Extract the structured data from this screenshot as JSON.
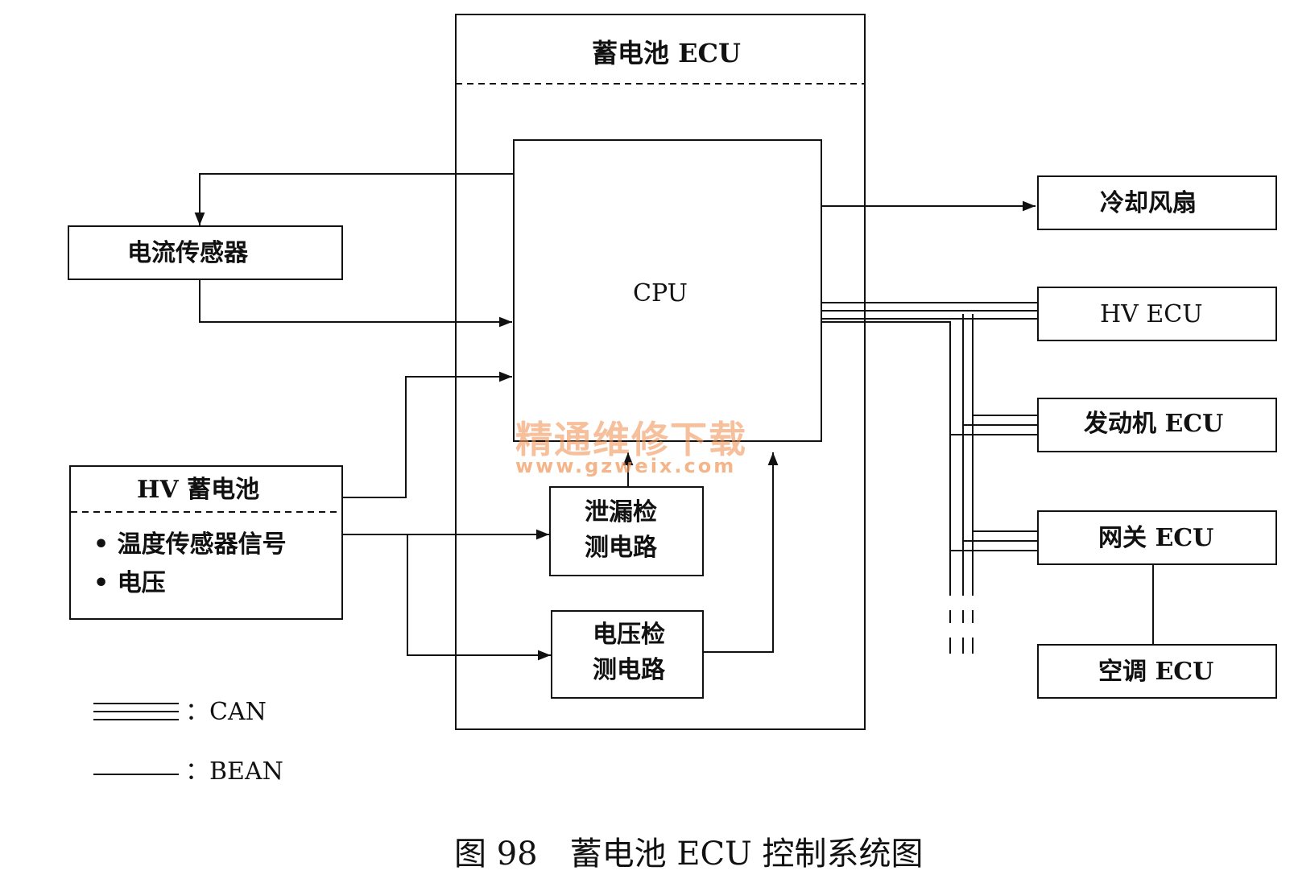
{
  "ecu_box": {
    "title": "蓄电池 ECU"
  },
  "cpu": {
    "label": "CPU"
  },
  "current_sensor": {
    "label": "电流传感器"
  },
  "hv_battery": {
    "title": "HV 蓄电池",
    "items": [
      "• 温度传感器信号",
      "• 电压"
    ]
  },
  "leak_circuit": {
    "line1": "泄漏检",
    "line2": "测电路"
  },
  "voltage_circuit": {
    "line1": "电压检",
    "line2": "测电路"
  },
  "outputs": {
    "fan": "冷却风扇",
    "hv_ecu": "HV ECU",
    "engine_ecu": "发动机 ECU",
    "gateway_ecu": "网关 ECU",
    "ac_ecu": "空调 ECU"
  },
  "legend": {
    "can": "：CAN",
    "bean": "：BEAN"
  },
  "watermark": {
    "line1": "精通维修下载",
    "line2": "www.gzweix.com"
  },
  "caption": "图 98　蓄电池 ECU 控制系统图"
}
